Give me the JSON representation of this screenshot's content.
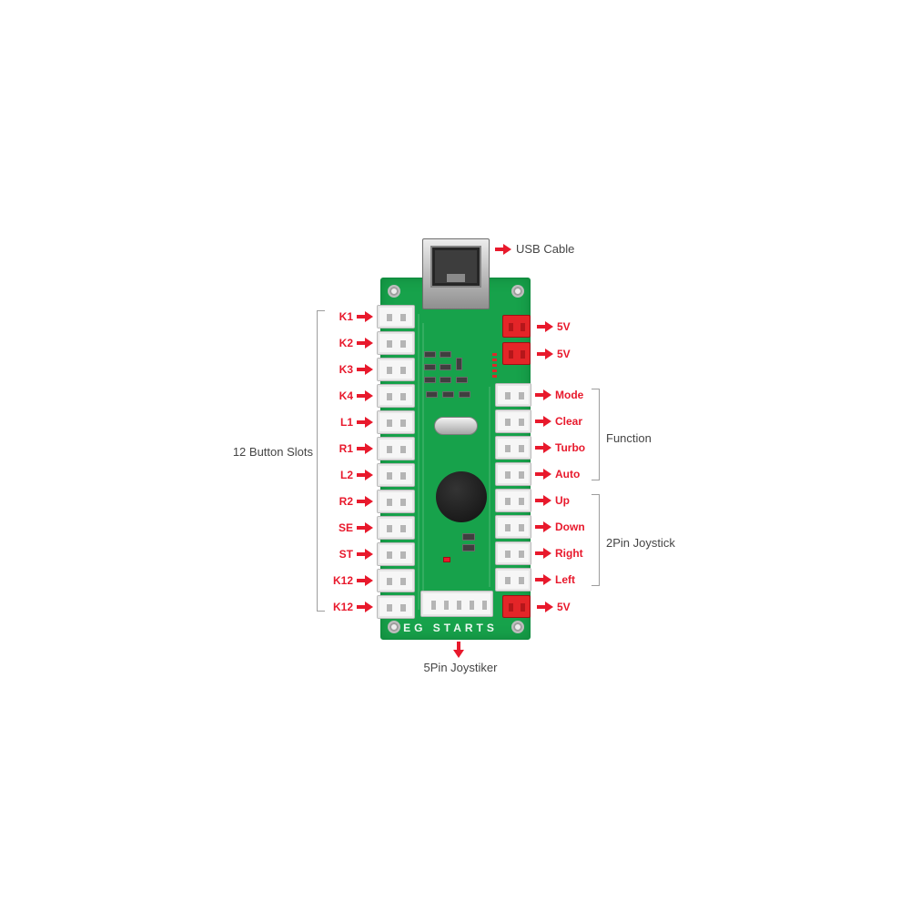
{
  "annotations": {
    "usb_label": "USB Cable",
    "left_group_label": "12 Button Slots",
    "function_label": "Function",
    "joystick_label": "2Pin Joystick",
    "bottom_label": "5Pin Joystiker"
  },
  "left_ports": [
    "K1",
    "K2",
    "K3",
    "K4",
    "L1",
    "R1",
    "L2",
    "R2",
    "SE",
    "ST",
    "K12",
    "K12"
  ],
  "power_ports": [
    "5V",
    "5V"
  ],
  "function_ports": [
    "Mode",
    "Clear",
    "Turbo",
    "Auto"
  ],
  "joystick_ports": [
    "Up",
    "Down",
    "Right",
    "Left"
  ],
  "bottom_power_port": "5V",
  "board": {
    "silkscreen": "EG STARTS"
  },
  "colors": {
    "pcb_green": "#17a24b",
    "arrow_red": "#e8192c",
    "connector_red": "#e42528",
    "connector_white": "#f6f6f6",
    "label_dark": "#454545"
  }
}
